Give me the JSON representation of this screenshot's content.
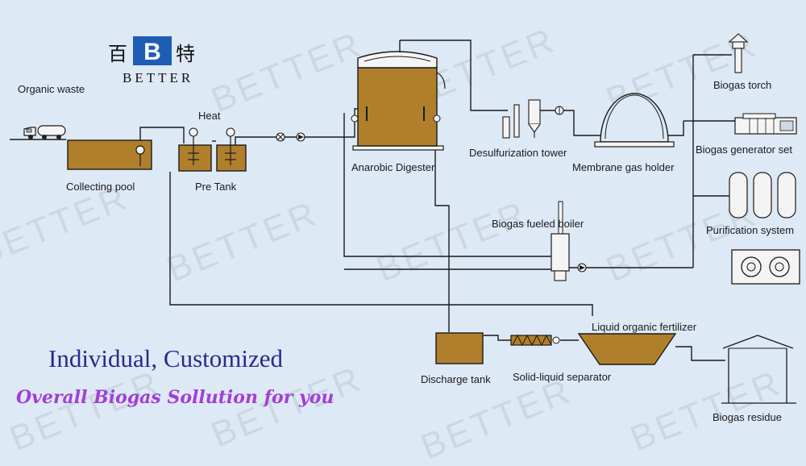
{
  "colors": {
    "background": "#dde9f5",
    "liquid": "#b07f2c",
    "logo_blue": "#1f5db5",
    "tagline_blue": "#2a2a8c",
    "tagline_purple": "#a13fd6"
  },
  "logo": {
    "left_char": "百",
    "letter": "B",
    "right_char": "特",
    "wordmark": "BETTER"
  },
  "watermark": "BETTER",
  "labels": {
    "organic_waste": "Organic waste",
    "heat": "Heat",
    "collecting_pool": "Collecting pool",
    "pre_tank": "Pre Tank",
    "anaerobic_digester": "Anarobic Digester",
    "desulfurization_tower": "Desulfurization tower",
    "membrane_gas_holder": "Membrane gas holder",
    "biogas_torch": "Biogas torch",
    "biogas_generator_set": "Biogas generator set",
    "purification_system": "Purification system",
    "biogas_fueled_boiler": "Biogas fueled boiler",
    "liquid_organic_fertilizer": "Liquid organic fertilizer",
    "discharge_tank": "Discharge tank",
    "solid_liquid_separator": "Solid-liquid separator",
    "biogas_residue": "Biogas residue"
  },
  "taglines": {
    "line1": "Individual, Customized",
    "line2": "Overall Biogas Sollution for you"
  },
  "icons": {
    "tanker_truck": "tanker-truck-icon",
    "pump": "pump-icon",
    "valve": "valve-icon",
    "gas_holder": "membrane-dome-icon",
    "generator": "generator-icon",
    "boiler": "boiler-icon",
    "torch": "torch-icon",
    "cylinders": "gas-cylinder-icon",
    "cooler": "radiator-fan-icon",
    "residue_shed": "shed-icon"
  }
}
